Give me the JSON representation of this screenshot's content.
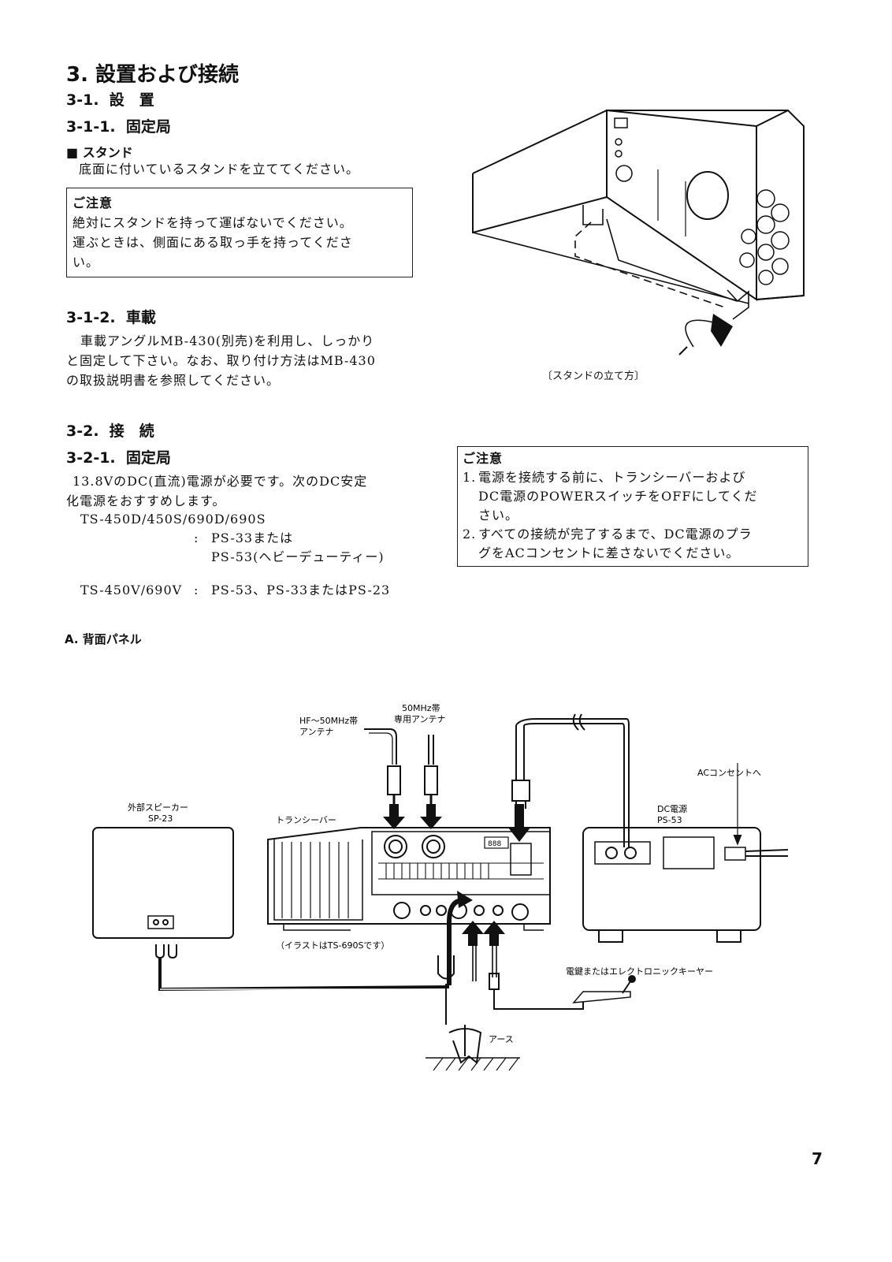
{
  "heading": {
    "number": "3.",
    "title": "設置および接続"
  },
  "s3_1": {
    "number": "3-1.",
    "title": "設　置"
  },
  "s3_1_1": {
    "number": "3-1-1.",
    "title": "固定局"
  },
  "stand": {
    "bullet": "■",
    "title": "スタンド",
    "text": "底面に付いているスタンドを立ててください。"
  },
  "caution1": {
    "title": "ご注意",
    "lines": [
      "絶対にスタンドを持って運ばないでください。",
      "運ぶときは、側面にある取っ手を持ってくださ",
      "い。"
    ]
  },
  "figure_caption": "〔スタンドの立て方〕",
  "s3_1_2": {
    "number": "3-1-2.",
    "title": "車載",
    "lines": [
      "車載アングルMB-430(別売)を利用し、しっかり",
      "と固定して下さい。なお、取り付け方法はMB-430",
      "の取扱説明書を参照してください。"
    ]
  },
  "s3_2": {
    "number": "3-2.",
    "title": "接　続"
  },
  "s3_2_1": {
    "number": "3-2-1.",
    "title": "固定局",
    "lines": [
      "13.8VのDC(直流)電源が必要です。次のDC安定",
      "化電源をおすすめします。"
    ],
    "model1": "TS-450D/450S/690D/690S",
    "model1_colon": ":",
    "model1_val1": "PS-33または",
    "model1_val2": "PS-53(ヘビーデューティー)",
    "model2": "TS-450V/690V",
    "model2_colon": ":",
    "model2_val": "PS-53、PS-33またはPS-23"
  },
  "caution2": {
    "title": "ご注意",
    "items": [
      {
        "n": "1.",
        "l1": "電源を接続する前に、トランシーバーおよび",
        "l2": "DC電源のPOWERスイッチをOFFにしてくだ",
        "l3": "さい。"
      },
      {
        "n": "2.",
        "l1": "すべての接続が完了するまで、DC電源のプラ",
        "l2": "グをACコンセントに差さないでください。"
      }
    ]
  },
  "rear_panel": {
    "label": "A.  背面パネル"
  },
  "diagram": {
    "hf_antenna": [
      "HF～50MHz帯",
      "アンテナ"
    ],
    "vhf_antenna": [
      "50MHz帯",
      "専用アンテナ"
    ],
    "ac_outlet": "ACコンセントへ",
    "speaker": [
      "外部スピーカー",
      "SP-23"
    ],
    "transceiver": "トランシーバー",
    "dc_power": [
      "DC電源",
      "PS-53"
    ],
    "illust_note": "（イラストはTS-690Sです）",
    "key": "電鍵またはエレクトロニックキーヤー",
    "ground": "アース",
    "display": "888"
  },
  "page_number": "7"
}
